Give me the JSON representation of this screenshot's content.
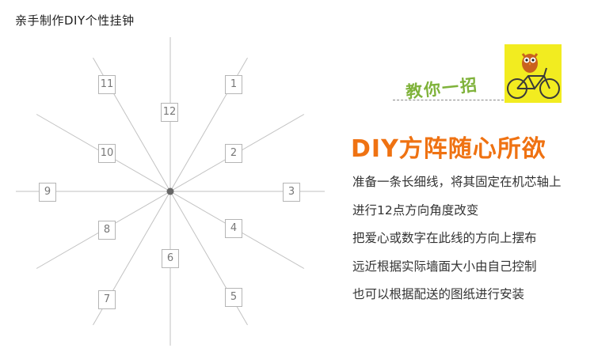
{
  "page": {
    "title": "亲手制作DIY个性挂钟"
  },
  "clock": {
    "numbers": [
      "12",
      "1",
      "2",
      "3",
      "4",
      "5",
      "6",
      "7",
      "8",
      "9",
      "10",
      "11"
    ]
  },
  "tip": {
    "banner": "教你一招"
  },
  "headline": "DIY方阵随心所欲",
  "steps": [
    "准备一条长细线，将其固定在机芯轴上",
    "进行12点方向角度改变",
    "把爱心或数字在此线的方向上摆布",
    "远近根据实际墙面大小由自己控制",
    "也可以根据配送的图纸进行安装"
  ],
  "colors": {
    "headline": "#ef7212",
    "banner": "#7fb23a",
    "badge_bg": "#f2ec20",
    "line": "#c2c2c2",
    "center_dot": "#666666"
  },
  "icons": {
    "badge": "owl-on-bicycle-icon"
  }
}
